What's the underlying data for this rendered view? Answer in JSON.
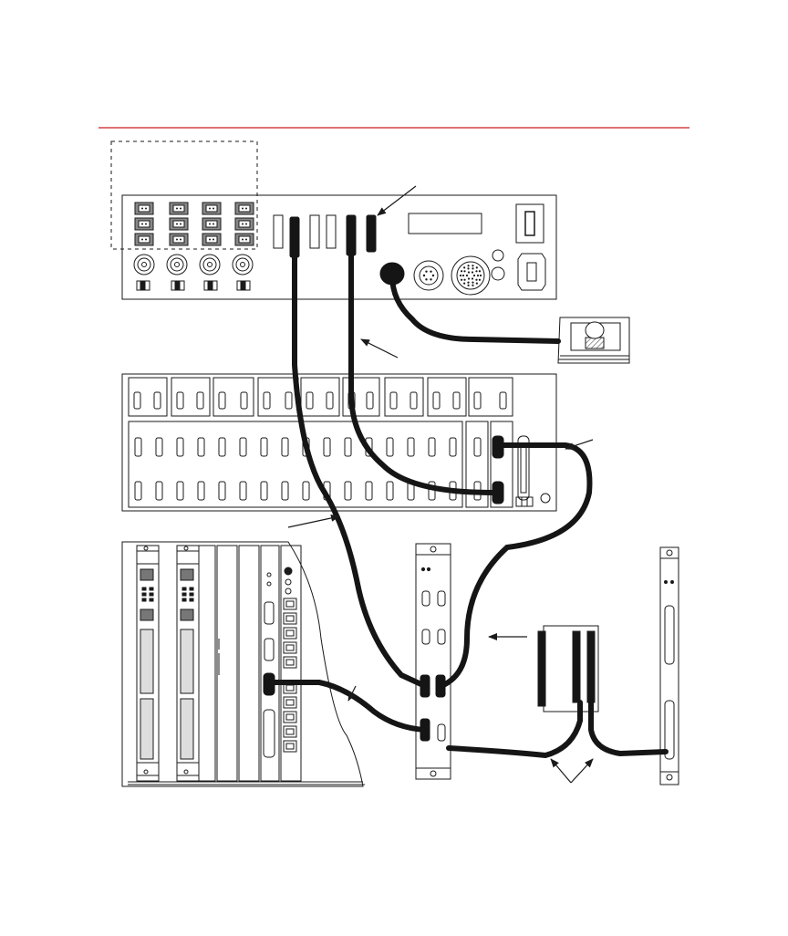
{
  "figure": {
    "title": "",
    "header_rule_color": "#cc1f1f",
    "line_color": "#1a1a1a",
    "cable_color": "#151515",
    "panel_fill": "#ffffff",
    "power_block_fill": "#888888",
    "hatch_color": "#555555"
  },
  "components": [
    "rear-power-panel",
    "patch-panel",
    "card-chassis",
    "interface-card-center",
    "interface-card-right",
    "breakout-module",
    "foot-switch"
  ],
  "callouts": [
    "arrow-top-connector",
    "arrow-cable-top",
    "arrow-right-cable",
    "arrow-lower-left-cable",
    "arrow-breakout",
    "arrow-chassis-cable",
    "arrow-bottom-pair"
  ]
}
